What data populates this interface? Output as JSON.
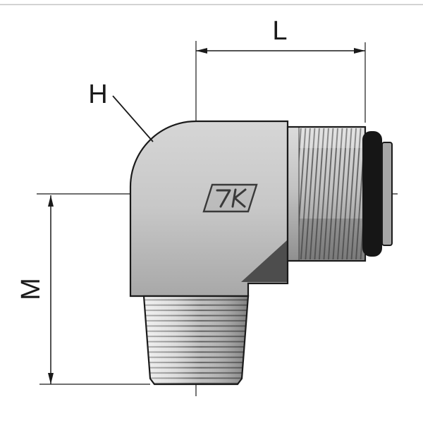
{
  "drawing": {
    "title": "90-degree male elbow hydraulic fitting, dimensioned outline drawing",
    "dimensions": {
      "l_label": "L",
      "h_label": "H",
      "m_label": "M"
    }
  },
  "colors": {
    "background": "#ffffff",
    "line": "#1a1a1a",
    "body_light": "#d6d6d6",
    "body_base": "#c7c7c7",
    "body_shade": "#a8a8a8",
    "chamfer_dark": "#4d4d4d",
    "thread_line": "#5f5f5f",
    "oring_black": "#161616",
    "end_cap": "#a6a6a6",
    "frame_border": "#c4c4c4"
  }
}
